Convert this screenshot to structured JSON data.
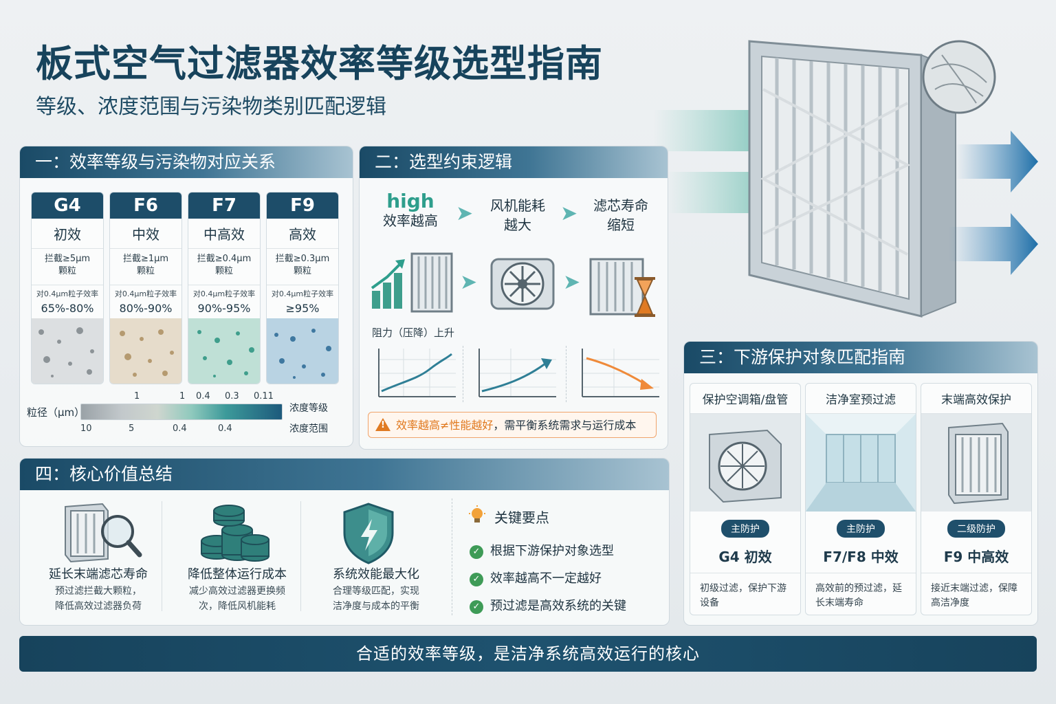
{
  "header": {
    "title": "板式空气过滤器效率等级选型指南",
    "subtitle": "等级、浓度范围与污染物类别匹配逻辑"
  },
  "panel1": {
    "heading": "一：效率等级与污染物对应关系",
    "grades": [
      {
        "code": "G4",
        "name": "初效",
        "trap": "拦截≥5μm",
        "trap2": "颗粒",
        "eff_label": "对0.4μm粒子效率",
        "eff": "65%-80%"
      },
      {
        "code": "F6",
        "name": "中效",
        "trap": "拦截≥1μm",
        "trap2": "颗粒",
        "eff_label": "对0.4μm粒子效率",
        "eff": "80%-90%"
      },
      {
        "code": "F7",
        "name": "中高效",
        "trap": "拦截≥0.4μm",
        "trap2": "颗粒",
        "eff_label": "对0.4μm粒子效率",
        "eff": "90%-95%"
      },
      {
        "code": "F9",
        "name": "高效",
        "trap": "拦截≥0.3μm",
        "trap2": "颗粒",
        "eff_label": "对0.4μm粒子效率",
        "eff": "≥95%"
      }
    ],
    "scale": {
      "left_label": "粒径（μm）",
      "right_label_top": "浓度等级",
      "right_label_bottom": "浓度范围",
      "top_ticks": [
        "1",
        "1",
        "0.4",
        "0.3",
        "0.11"
      ],
      "bottom_ticks": [
        "10",
        "5",
        "0.4",
        "0.4"
      ]
    }
  },
  "panel2": {
    "heading": "二：选型约束逻辑",
    "steps": [
      {
        "accent": "high",
        "text": "效率越高"
      },
      {
        "text": "风机能耗",
        "text2": "越大"
      },
      {
        "text": "滤芯寿命",
        "text2": "缩短"
      }
    ],
    "resistance_label": "阻力（压降）上升",
    "warning_highlight": "效率越高≠性能越好",
    "warning_rest": "，需平衡系统需求与运行成本"
  },
  "panel3": {
    "heading": "三：下游保护对象匹配指南",
    "cards": [
      {
        "head": "保护空调箱/盘管",
        "pill": "主防护",
        "grade": "G4  初效",
        "desc": "初级过滤，保护下游设备"
      },
      {
        "head": "洁净室预过滤",
        "pill": "主防护",
        "grade": "F7/F8  中效",
        "desc": "高效前的预过滤，延长末端寿命"
      },
      {
        "head": "末端高效保护",
        "pill": "二级防护",
        "grade": "F9  中高效",
        "desc": "接近末端过滤，保障高洁净度"
      }
    ]
  },
  "panel4": {
    "heading": "四：核心价值总结",
    "values": [
      {
        "title": "延长末端滤芯寿命",
        "desc": "预过滤拦截大颗粒，",
        "desc2": "降低高效过滤器负荷"
      },
      {
        "title": "降低整体运行成本",
        "desc": "减少高效过滤器更换频",
        "desc2": "次，降低风机能耗"
      },
      {
        "title": "系统效能最大化",
        "desc": "合理等级匹配，实现",
        "desc2": "洁净度与成本的平衡"
      }
    ],
    "key_title": "关键要点",
    "key_points": [
      "根据下游保护对象选型",
      "效率越高不一定越好",
      "预过滤是高效系统的关键"
    ]
  },
  "footer": {
    "text": "合适的效率等级，是洁净系统高效运行的核心"
  },
  "colors": {
    "navy": "#17435c",
    "teal": "#3d9a9a",
    "orange": "#e0781d",
    "green": "#3e9b57"
  },
  "icons": [
    "filter-icon",
    "fan-icon",
    "hourglass-icon",
    "magnifier-icon",
    "coins-icon",
    "shield-icon",
    "lightbulb-icon",
    "check-icon",
    "warning-icon"
  ]
}
